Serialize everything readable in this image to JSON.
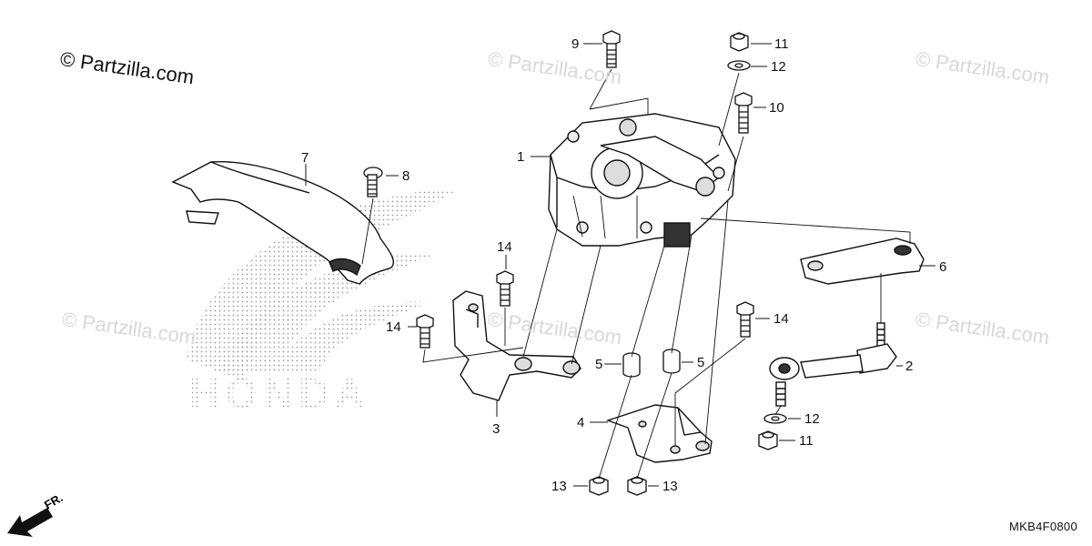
{
  "copyright": "© Partzilla.com",
  "watermark": "© Partzilla.com",
  "diagram_code": "MKB4F0800",
  "brand_logo": "HONDA",
  "front_indicator": "FR.",
  "callouts": {
    "c1": "1",
    "c2": "2",
    "c3": "3",
    "c4": "4",
    "c5a": "5",
    "c5b": "5",
    "c6": "6",
    "c7": "7",
    "c8": "8",
    "c9": "9",
    "c10": "10",
    "c11a": "11",
    "c11b": "11",
    "c12a": "12",
    "c12b": "12",
    "c13a": "13",
    "c13b": "13",
    "c14a": "14",
    "c14b": "14",
    "c14c": "14"
  }
}
